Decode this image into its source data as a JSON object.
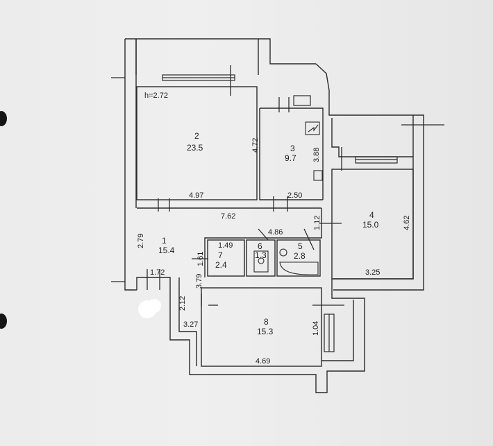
{
  "ceiling_height": "h=2.72",
  "rooms": [
    {
      "number": "1",
      "area": "15.4"
    },
    {
      "number": "2",
      "area": "23.5"
    },
    {
      "number": "3",
      "area": "9.7"
    },
    {
      "number": "4",
      "area": "15.0"
    },
    {
      "number": "5",
      "area": "2.8"
    },
    {
      "number": "6",
      "area": "1.3"
    },
    {
      "number": "7",
      "area": "2.4"
    },
    {
      "number": "8",
      "area": "15.3"
    }
  ],
  "dimensions": [
    "4.72",
    "4.97",
    "3.88",
    "2.50",
    "7.62",
    "4.86",
    "1.12",
    "4.62",
    "3.25",
    "2.79",
    "1.72",
    "1.49",
    "1.61",
    "3.79",
    "2.12",
    "1.04",
    "3.27",
    "4.69"
  ],
  "colors": {
    "paper": "#ececec",
    "line": "#2a2a2a",
    "hole": "#151515"
  }
}
